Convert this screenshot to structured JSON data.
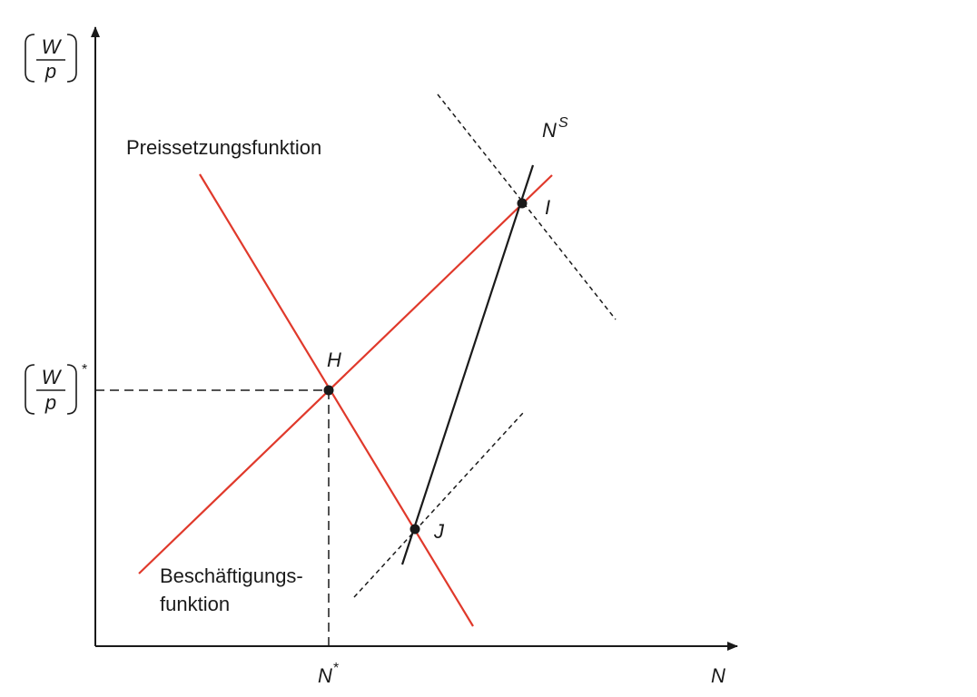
{
  "axes": {
    "y_label_numerator": "W",
    "y_label_denominator": "p",
    "y_star_numerator": "W",
    "y_star_denominator": "p",
    "y_star_superscript": "*",
    "x_label": "N",
    "x_star_label": "N",
    "x_star_superscript": "*"
  },
  "curves": {
    "price_setting": "Preissetzungsfunktion",
    "employment_line1": "Beschäftigungs-",
    "employment_line2": "funktion",
    "supply_base": "N",
    "supply_superscript": "S"
  },
  "points": {
    "H": "H",
    "I": "I",
    "J": "J"
  },
  "colors": {
    "red_curves": "#e0392b",
    "black_lines": "#1a1a1a"
  }
}
